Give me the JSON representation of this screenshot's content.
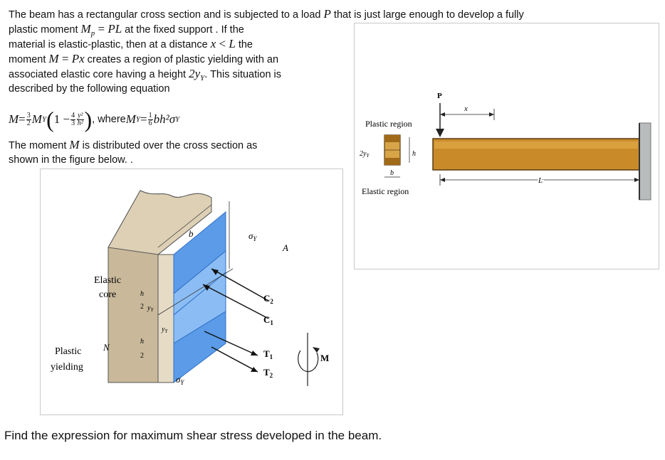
{
  "problem": {
    "line1_a": "The beam has a rectangular cross section and is subjected to a load ",
    "line1_P": "P",
    "line1_b": " that is just large enough to develop a fully",
    "line2_a": "plastic moment ",
    "line2_Mp": "M",
    "line2_p": "p",
    "line2_eq": " = ",
    "line2_PL": "PL",
    "line2_b": " at the fixed support . If the",
    "line3_a": "material is elastic-plastic, then at a distance ",
    "line3_x": "x",
    "line3_lt": " < ",
    "line3_L": "L",
    "line3_b": " the",
    "line4_a": "moment ",
    "line4_M": "M",
    "line4_eq": " = ",
    "line4_Px": "Px",
    "line4_b": " creates a region of plastic yielding with an",
    "line5_a": "associated elastic core having a height ",
    "line5_2yY": "2y",
    "line5_Y": "Y",
    "line5_b": ". This situation is",
    "line6": "described by the following equation",
    "eq_M": "M",
    "eq_eq": " = ",
    "eq_f1_num": "3",
    "eq_f1_den": "2",
    "eq_MY": "M",
    "eq_Y": "Y",
    "eq_open": "(",
    "eq_one": "1 − ",
    "eq_f2_num": "4",
    "eq_f2_den": "3",
    "eq_f3_num": "y²",
    "eq_f3_den": "h²",
    "eq_close": ")",
    "eq_where": ", where ",
    "eq_MY2": "M",
    "eq_Y2": "Y",
    "eq_eq2": " = ",
    "eq_f4_num": "1",
    "eq_f4_den": "6",
    "eq_bh": "bh²σ",
    "eq_Y3": "Y",
    "line7_a": "The moment ",
    "line7_M": "M",
    "line7_b": " is distributed over the cross section as",
    "line8": "shown in the figure below. ."
  },
  "question": "Find the expression for maximum shear stress developed in the beam.",
  "beam_figure": {
    "P": "P",
    "x": "x",
    "L": "L",
    "plastic_region": "Plastic region",
    "elastic_region": "Elastic region",
    "two_yY": "2y",
    "Y": "Y",
    "h": "h",
    "b": "b",
    "colors": {
      "beam": "#c98b2a",
      "beam_edge": "#5a3a10",
      "wall": "#b8bcbc"
    }
  },
  "stress_figure": {
    "b": "b",
    "sigmaY_top": "σ",
    "Y_top": "Y",
    "sigmaY_bot": "σ",
    "Y_bot": "Y",
    "A": "A",
    "elastic": "Elastic",
    "core": "core",
    "plastic": "Plastic",
    "yielding": "yielding",
    "N": "N",
    "C2": "C",
    "C2_sub": "2",
    "C1": "C",
    "C1_sub": "1",
    "T1": "T",
    "T1_sub": "1",
    "T2": "T",
    "T2_sub": "2",
    "M": "M",
    "h2_top_num": "h",
    "h2_top_den": "2",
    "yY_top": "y",
    "yY_top_sub": "Y",
    "yY_bot": "y",
    "yY_bot_sub": "Y",
    "h2_bot_num": "h",
    "h2_bot_den": "2",
    "colors": {
      "block": "#c9b99a",
      "stress": "#5b9be8",
      "stress_dark": "#2f6fc4"
    }
  }
}
